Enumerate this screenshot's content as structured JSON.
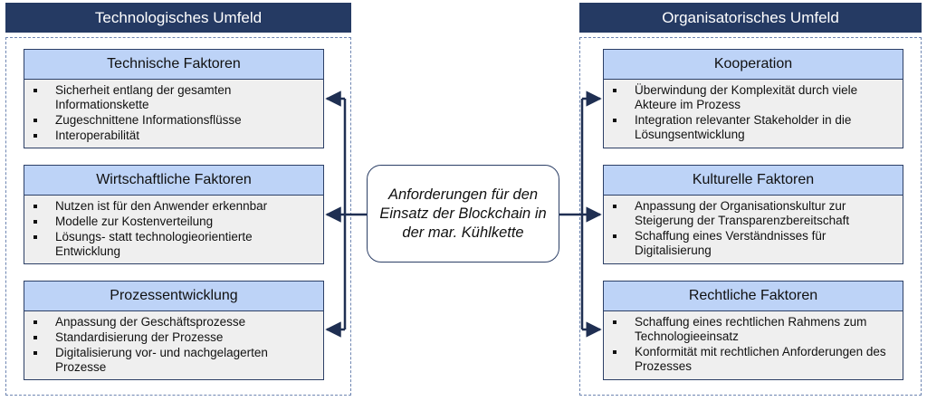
{
  "left": {
    "header": "Technologisches Umfeld",
    "factors": [
      {
        "title": "Technische Faktoren",
        "items": [
          "Sicherheit entlang der gesamten Informationskette",
          "Zugeschnittene Informationsflüsse",
          "Interoperabilität"
        ]
      },
      {
        "title": "Wirtschaftliche Faktoren",
        "items": [
          "Nutzen ist für den Anwender erkennbar",
          "Modelle zur Kostenverteilung",
          "Lösungs- statt technologieorientierte Entwicklung"
        ]
      },
      {
        "title": "Prozessentwicklung",
        "items": [
          "Anpassung der Geschäftsprozesse",
          "Standardisierung der Prozesse",
          "Digitalisierung vor- und nachgelagerten Prozesse"
        ]
      }
    ]
  },
  "center": {
    "label": "Anforderungen für den Einsatz der Blockchain in der mar. Kühlkette"
  },
  "right": {
    "header": "Organisatorisches Umfeld",
    "factors": [
      {
        "title": "Kooperation",
        "items": [
          "Überwindung der Komplexität durch viele Akteure im Prozess",
          "Integration relevanter Stakeholder in die Lösungsentwicklung"
        ]
      },
      {
        "title": "Kulturelle Faktoren",
        "items": [
          "Anpassung der Organisationskultur zur Steigerung der Transparenzbereitschaft",
          "Schaffung eines Verständnisses für Digitalisierung"
        ]
      },
      {
        "title": "Rechtliche Faktoren",
        "items": [
          "Schaffung eines rechtlichen Rahmens zum Technologieeinsatz",
          "Konformität mit rechtlichen Anforderungen des Prozesses"
        ]
      }
    ]
  },
  "colors": {
    "header_bg": "#253a63",
    "factor_title_bg": "#bdd3f7",
    "factor_body_bg": "#efefef",
    "line": "#1f2f52"
  }
}
